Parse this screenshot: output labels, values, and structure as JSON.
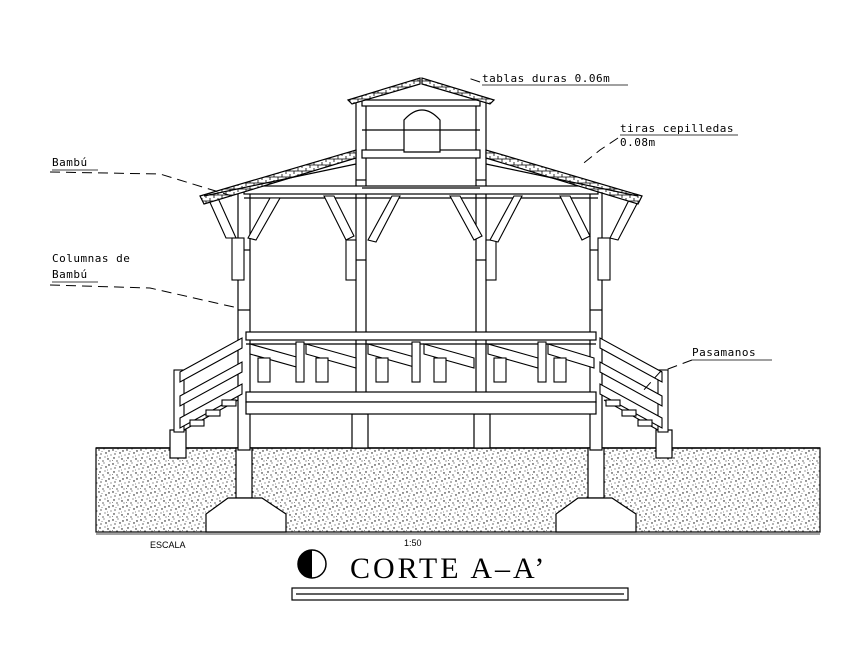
{
  "labels": {
    "tablas": "tablas duras 0.06m",
    "tiras_line1": "tiras cepilledas",
    "tiras_line2": "0.08m",
    "bambu": "Bambú",
    "columnas_line1": "Columnas de",
    "columnas_line2": "Bambú",
    "pasamanos": "Pasamanos"
  },
  "scale": {
    "label": "ESCALA",
    "value": "1:50"
  },
  "title": "CORTE A–A’"
}
